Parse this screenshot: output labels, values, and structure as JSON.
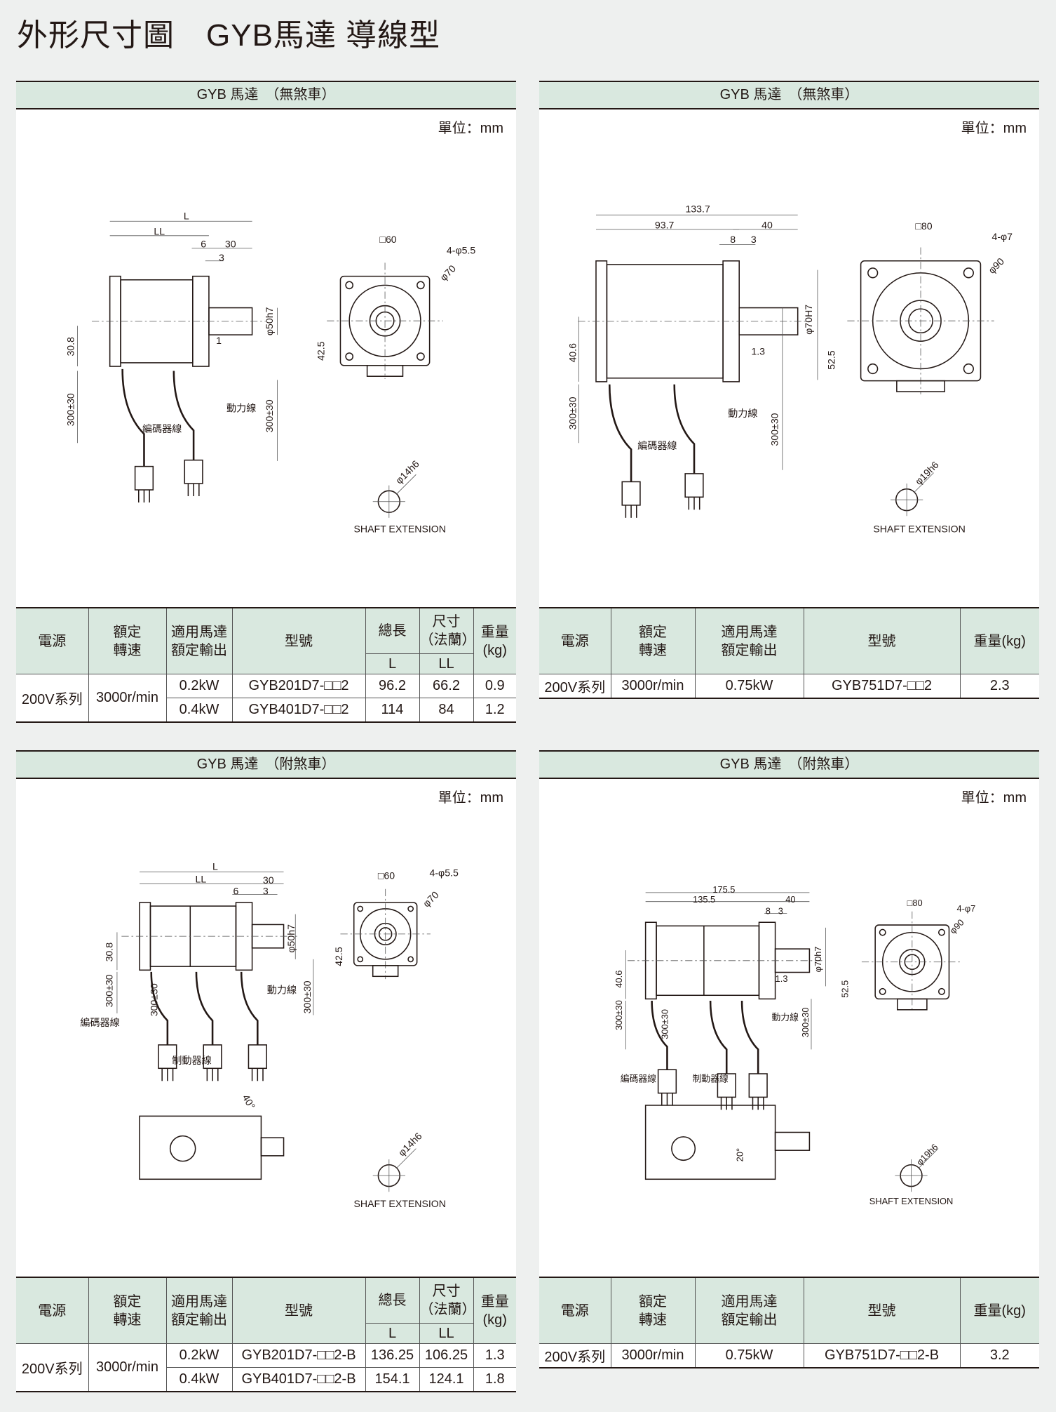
{
  "page_title": "外形尺寸圖　GYB馬達 導線型",
  "unit_label": "單位：mm",
  "colors": {
    "header_bg": "#d9e8df",
    "page_bg": "#eef0ef"
  },
  "panels": [
    {
      "header": "GYB 馬達　（無煞車）",
      "dims": [
        "L",
        "LL",
        "6",
        "30",
        "3",
        "φ50h7",
        "1",
        "30.8",
        "300±30",
        "編碼器線",
        "動力線",
        "300±30",
        "□60",
        "4-φ5.5",
        "φ70",
        "42.5",
        "φ14h6",
        "SHAFT EXTENSION"
      ]
    },
    {
      "header": "GYB 馬達　（無煞車）",
      "dims": [
        "133.7",
        "93.7",
        "40",
        "8",
        "3",
        "φ70H7",
        "1.3",
        "40.6",
        "300±30",
        "動力線",
        "編碼器線",
        "300±30",
        "□80",
        "4-φ7",
        "φ90",
        "52.5",
        "φ19h6",
        "SHAFT EXTENSION"
      ]
    },
    {
      "header": "GYB 馬達　（附煞車）",
      "dims": [
        "L",
        "LL",
        "30",
        "6",
        "3",
        "φ50h7",
        "30.8",
        "300±30",
        "300±30",
        "動力線",
        "300±30",
        "編碼器線",
        "制動器線",
        "□60",
        "4-φ5.5",
        "φ70",
        "42.5",
        "40°",
        "φ14h6",
        "SHAFT EXTENSION"
      ]
    },
    {
      "header": "GYB 馬達　（附煞車）",
      "dims": [
        "175.5",
        "135.5",
        "40",
        "8",
        "3",
        "φ70h7",
        "1.3",
        "40.6",
        "300±30",
        "300±30",
        "動力線",
        "300±30",
        "編碼器線",
        "制動器線",
        "□80",
        "4-φ7",
        "φ90",
        "52.5",
        "20°",
        "φ19h6",
        "SHAFT EXTENSION"
      ]
    }
  ],
  "table_a": {
    "headers": {
      "power": "電源",
      "speed": "額定\n轉速",
      "output": "適用馬達\n額定輸出",
      "model": "型號",
      "length": "總長",
      "flange": "尺寸\n（法蘭）",
      "weight": "重量\n(kg)",
      "L": "L",
      "LL": "LL"
    },
    "power": "200V系列",
    "speed": "3000r/min",
    "rows": [
      {
        "output": "0.2kW",
        "model": "GYB201D7-□□2",
        "L": "96.2",
        "LL": "66.2",
        "weight": "0.9"
      },
      {
        "output": "0.4kW",
        "model": "GYB401D7-□□2",
        "L": "114",
        "LL": "84",
        "weight": "1.2"
      }
    ]
  },
  "table_b": {
    "headers": {
      "power": "電源",
      "speed": "額定\n轉速",
      "output": "適用馬達\n額定輸出",
      "model": "型號",
      "weight": "重量(kg)"
    },
    "row": {
      "power": "200V系列",
      "speed": "3000r/min",
      "output": "0.75kW",
      "model": "GYB751D7-□□2",
      "weight": "2.3"
    }
  },
  "table_c": {
    "headers": {
      "power": "電源",
      "speed": "額定\n轉速",
      "output": "適用馬達\n額定輸出",
      "model": "型號",
      "length": "總長",
      "flange": "尺寸\n（法蘭）",
      "weight": "重量\n(kg)",
      "L": "L",
      "LL": "LL"
    },
    "power": "200V系列",
    "speed": "3000r/min",
    "rows": [
      {
        "output": "0.2kW",
        "model": "GYB201D7-□□2-B",
        "L": "136.25",
        "LL": "106.25",
        "weight": "1.3"
      },
      {
        "output": "0.4kW",
        "model": "GYB401D7-□□2-B",
        "L": "154.1",
        "LL": "124.1",
        "weight": "1.8"
      }
    ]
  },
  "table_d": {
    "headers": {
      "power": "電源",
      "speed": "額定\n轉速",
      "output": "適用馬達\n額定輸出",
      "model": "型號",
      "weight": "重量(kg)"
    },
    "row": {
      "power": "200V系列",
      "speed": "3000r/min",
      "output": "0.75kW",
      "model": "GYB751D7-□□2-B",
      "weight": "3.2"
    }
  }
}
